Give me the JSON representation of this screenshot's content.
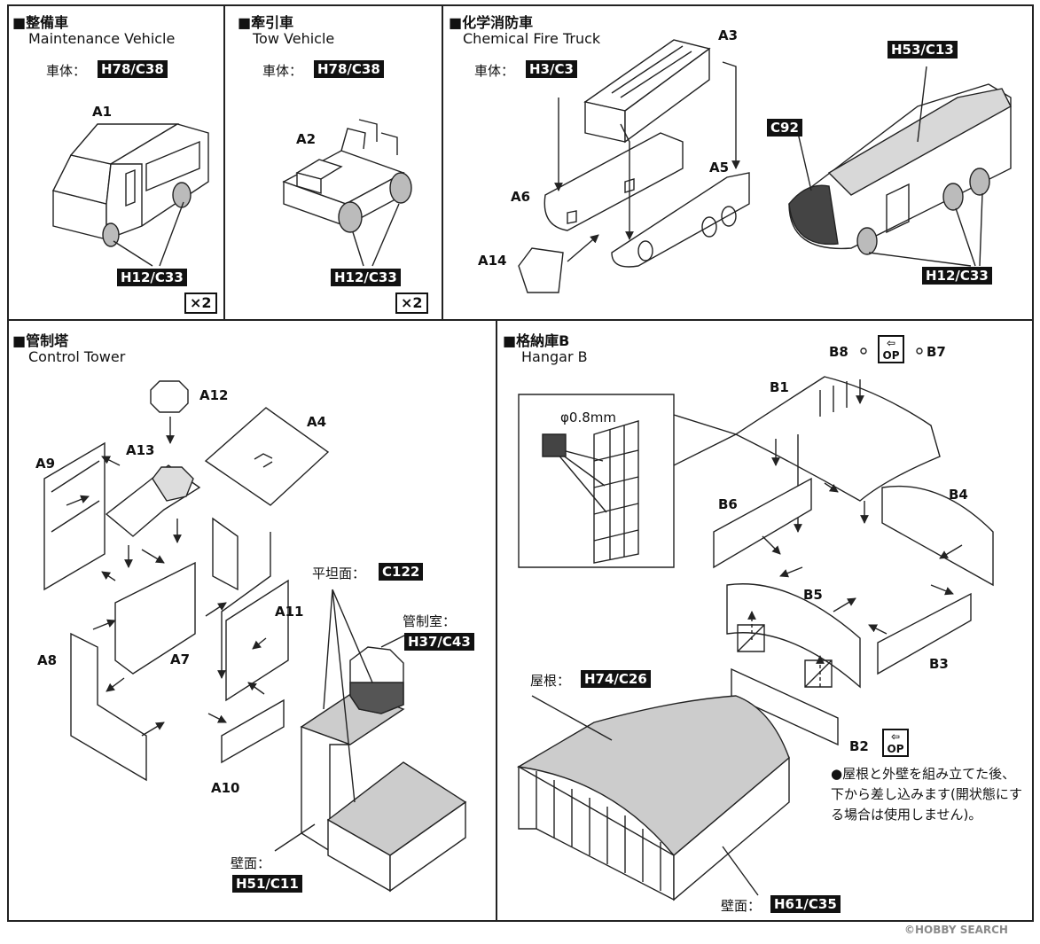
{
  "panels": {
    "maintenance": {
      "title": "■整備車",
      "subtitle": "Maintenance Vehicle",
      "body_label": "車体：",
      "body_color": "H78/C38",
      "part": "A1",
      "wheel_color": "H12/C33",
      "multiplier": "×2"
    },
    "tow": {
      "title": "■牽引車",
      "subtitle": "Tow Vehicle",
      "body_label": "車体：",
      "body_color": "H78/C38",
      "part": "A2",
      "wheel_color": "H12/C33",
      "multiplier": "×2"
    },
    "fire": {
      "title": "■化学消防車",
      "subtitle": "Chemical Fire Truck",
      "body_label": "車体：",
      "body_color": "H3/C3",
      "parts": [
        "A3",
        "A5",
        "A6",
        "A14"
      ],
      "roof_color": "H53/C13",
      "front_color": "C92",
      "wheel_color": "H12/C33"
    },
    "tower": {
      "title": "■管制塔",
      "subtitle": "Control Tower",
      "parts": [
        "A12",
        "A4",
        "A9",
        "A13",
        "A11",
        "A8",
        "A7",
        "A10"
      ],
      "flat_label": "平坦面：",
      "flat_color": "C122",
      "room_label": "管制室：",
      "room_color": "H37/C43",
      "wall_label": "壁面：",
      "wall_color": "H51/C11"
    },
    "hangar": {
      "title": "■格納庫B",
      "subtitle": "Hangar B",
      "parts": [
        "B8",
        "B7",
        "B1",
        "B6",
        "B4",
        "B5",
        "B3",
        "B2"
      ],
      "op_text": "OP",
      "drill": "φ0.8mm",
      "roof_label": "屋根：",
      "roof_color": "H74/C26",
      "wall_label": "壁面：",
      "wall_color": "H61/C35",
      "note": "●屋根と外壁を組み立てた後、下から差し込みます(開状態にする場合は使用しません)。"
    }
  },
  "watermark": "©HOBBY SEARCH"
}
